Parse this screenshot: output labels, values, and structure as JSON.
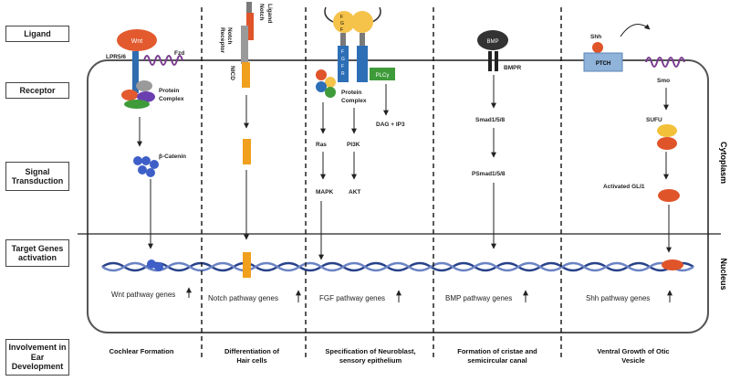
{
  "side_labels": {
    "ligand": "Ligand",
    "receptor": "Receptor",
    "signal": "Signal Transduction",
    "target": "Target Genes activation",
    "involvement": "Involvement in Ear Development"
  },
  "right_labels": {
    "cytoplasm": "Cytoplasm",
    "nucleus": "Nucleus"
  },
  "wnt": {
    "ligand": "Wnt",
    "lrp": "LPR5/6",
    "fzd": "Fzd",
    "complex_1": "Protein",
    "complex_2": "Complex",
    "mediator": "β-Catenin",
    "genes": "Wnt pathway genes",
    "involvement_1": "Cochlear Formation",
    "involvement_2": ""
  },
  "notch": {
    "ligand_1": "Notch",
    "ligand_2": "Ligand",
    "receptor_1": "Notch",
    "receptor_2": "Receptor",
    "nicd": "NICD",
    "genes": "Notch pathway genes",
    "involvement_1": "Differentiation of",
    "involvement_2": "Hair cells"
  },
  "fgf": {
    "ligand_letters": [
      "F",
      "G",
      "F"
    ],
    "receptor_letters": [
      "F",
      "G",
      "F",
      "R"
    ],
    "plc": "PLCγ",
    "complex_1": "Protein",
    "complex_2": "Complex",
    "dag": "DAG + IP3",
    "ras": "Ras",
    "pi3k": "PI3K",
    "mapk": "MAPK",
    "akt": "AKT",
    "genes": "FGF pathway genes",
    "involvement_1": "Specification of Neuroblast,",
    "involvement_2": "sensory epithelium"
  },
  "bmp": {
    "ligand": "BMP",
    "receptor": "BMPR",
    "smad": "Smad1/5/8",
    "psmad": "PSmad1/5/8",
    "genes": "BMP pathway genes",
    "involvement_1": "Formation of  cristae and",
    "involvement_2": "semicircular canal"
  },
  "shh": {
    "ligand": "Shh",
    "ptch": "PTCH",
    "smo": "Smo",
    "sufu": "SUFU",
    "gli": "Activated GLI1",
    "genes": "Shh pathway genes",
    "involvement_1": "Ventral Growth of Otic",
    "involvement_2": "Vesicle"
  },
  "colors": {
    "wnt": "#e25a2e",
    "receptor_blue": "#2f6db0",
    "frizzled": "#7a3a8f",
    "notch_orange": "#f0a01c",
    "notch_red": "#e0542a",
    "fgf_yellow": "#f5c24a",
    "fgfr_blue": "#2d6fb7",
    "plc_green": "#3f9b3a",
    "bmp_dark": "#333333",
    "ptch_blue": "#8fb3d9",
    "sufu_yellow": "#f3c03a",
    "gli_red": "#e0542a",
    "catenin_blue": "#3e5fc7",
    "dna_blue": "#28428a"
  }
}
